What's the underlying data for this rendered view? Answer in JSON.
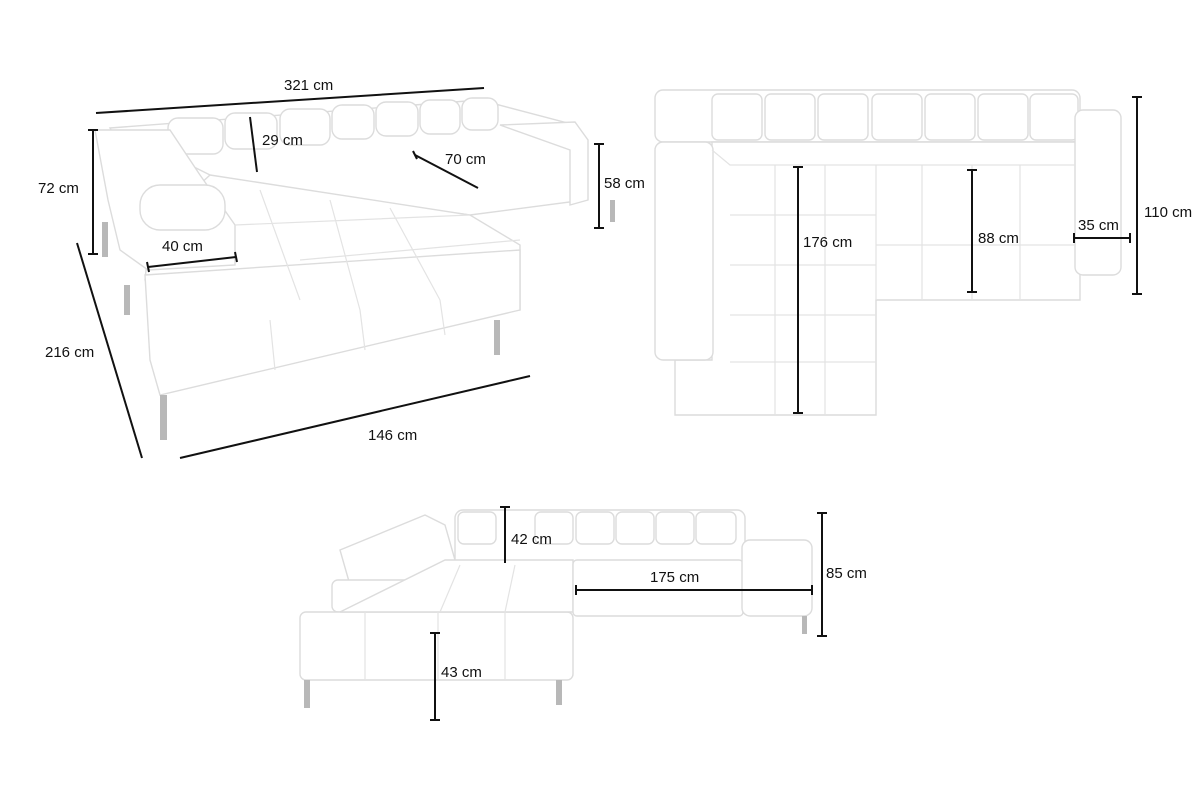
{
  "views": {
    "perspective": {
      "width": "321 cm",
      "height": "72 cm",
      "headrest": "29 cm",
      "seat_depth": "70 cm",
      "arm_height": "58 cm",
      "depth": "216 cm",
      "armrest": "40 cm",
      "chaise": "146 cm"
    },
    "top": {
      "chaise_length": "176 cm",
      "seat_depth": "88 cm",
      "arm_width": "35 cm",
      "depth": "110 cm"
    },
    "front": {
      "back_height": "42 cm",
      "seat_width": "175 cm",
      "total_height": "85 cm",
      "seat_height": "43 cm"
    }
  },
  "colors": {
    "line": "#111111",
    "sofa_outline": "#dcdcdc",
    "background": "#ffffff"
  }
}
